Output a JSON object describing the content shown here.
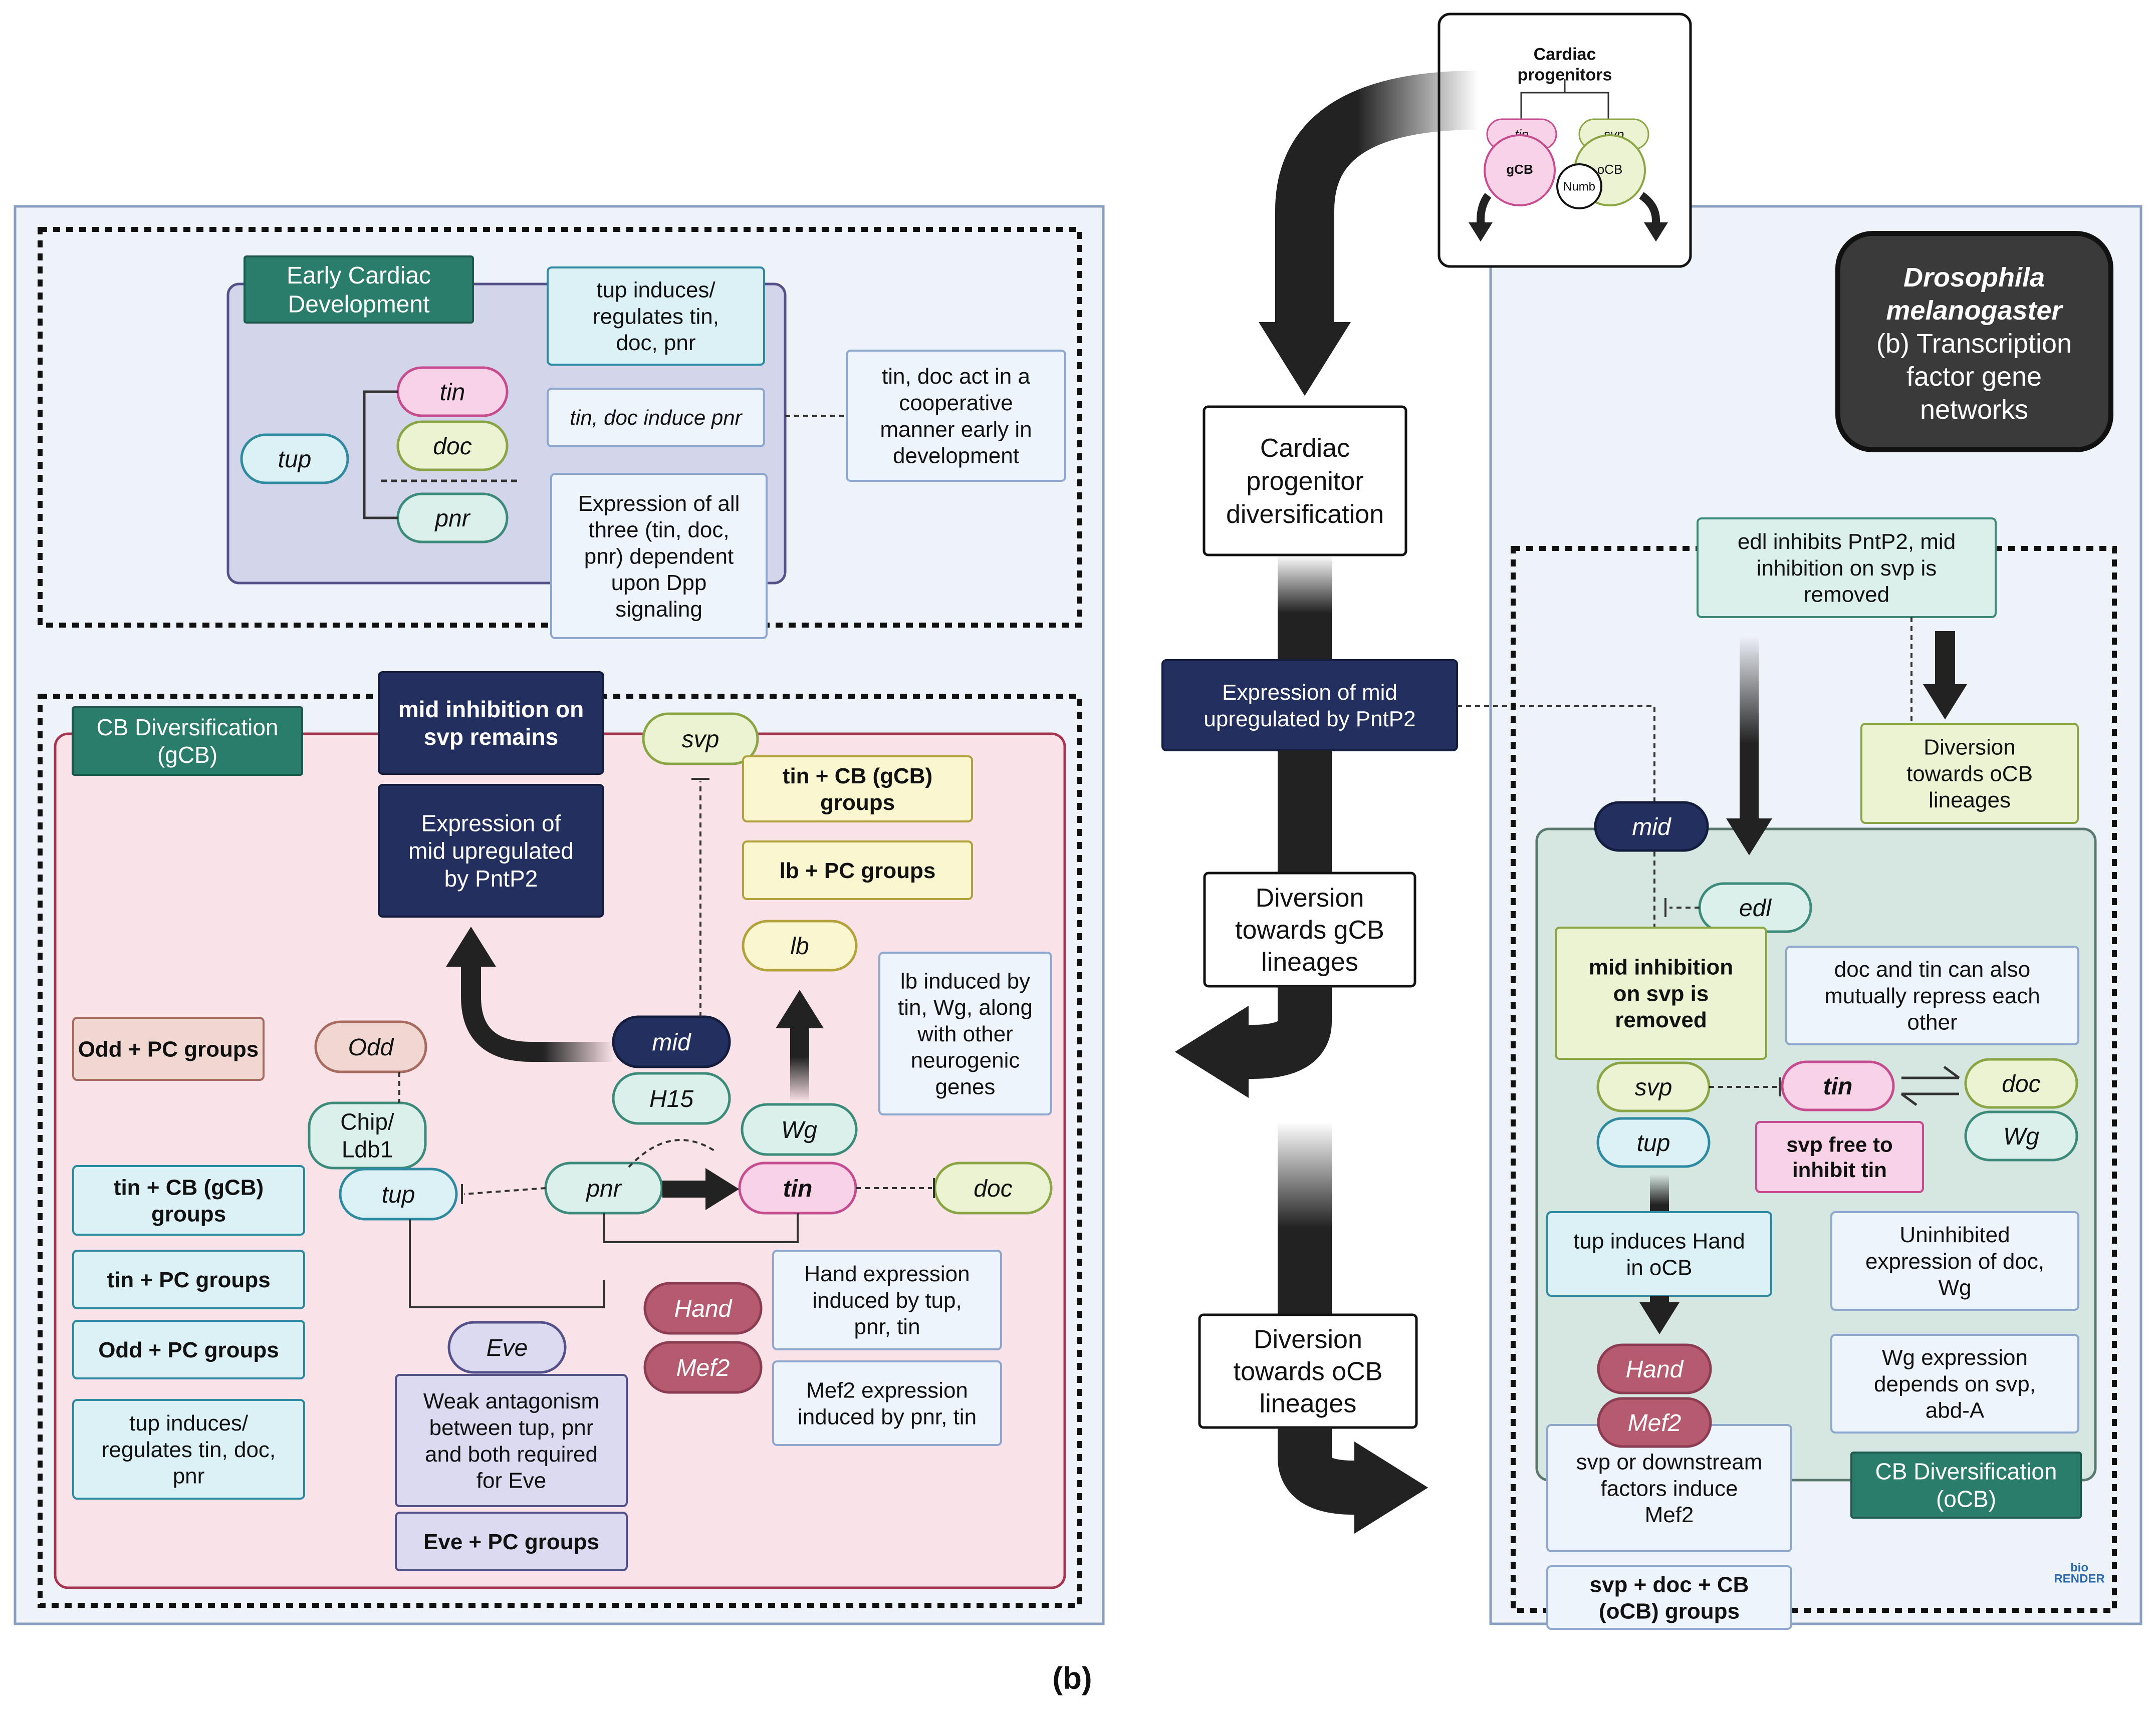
{
  "colors": {
    "panel_bg": "#eef2f9",
    "panel_stroke": "#8a9fbf",
    "early_box": "#d3d6ea",
    "gcb_box": "#fae3e8",
    "ocb_box": "#d6e6e0",
    "teal": "#2b7d6b",
    "navy": "#23305f",
    "cyan_fill": "#dcf1f5",
    "cyan_stroke": "#2d8aa0",
    "pink_fill": "#f8d3e8",
    "pink_stroke": "#c64b8f",
    "green_fill": "#ecf3d3",
    "green_stroke": "#8aa544",
    "mint_fill": "#dbf0ea",
    "mint_stroke": "#3c8b7a",
    "yellow_fill": "#faf6cf",
    "yellow_stroke": "#b3a13b",
    "rose_fill": "#f0d7d2",
    "rose_stroke": "#a86b60",
    "maroon": "#b65a6f",
    "lavender_fill": "#dcdaf1",
    "lavender_stroke": "#545089",
    "lightblue_fill": "#eef4fc",
    "lightblue_stroke": "#8ea7cf",
    "dark": "#222222"
  },
  "early": {
    "header": [
      "Early Cardiac",
      "Development"
    ],
    "box_tup": [
      "tup induces/",
      "regulates tin,",
      "doc, pnr"
    ],
    "box_tindoc": [
      "tin, doc induce pnr"
    ],
    "box_expr": [
      "Expression of all",
      "three (tin, doc,",
      "pnr) dependent",
      "upon Dpp",
      "signaling"
    ],
    "box_coop": [
      "tin, doc act in a",
      "cooperative",
      "manner early in",
      "development"
    ]
  },
  "genes": {
    "tin": "tin",
    "doc": "doc",
    "pnr": "pnr",
    "tup": "tup",
    "svp": "svp",
    "mid": "mid",
    "h15": "H15",
    "wg": "Wg",
    "lb": "lb",
    "odd": "Odd",
    "chip": [
      "Chip/",
      "Ldb1"
    ],
    "hand": "Hand",
    "mef2": "Mef2",
    "eve": "Eve",
    "edl": "edl"
  },
  "gcb": {
    "header": [
      "CB Diversification",
      "(gCB)"
    ],
    "mid_remains": [
      "mid inhibition on",
      "svp remains"
    ],
    "mid_expr": [
      "Expression of",
      "mid upregulated",
      "by PntP2"
    ],
    "tin_cb": [
      "tin + CB (gCB)",
      "groups"
    ],
    "lb_pc": [
      "lb + PC groups"
    ],
    "lb_induced": [
      "lb induced by",
      "tin, Wg, along",
      "with other",
      "neurogenic",
      "genes"
    ],
    "odd_pc_top": [
      "Odd + PC groups"
    ],
    "tin_cb_left": [
      "tin + CB (gCB)",
      "groups"
    ],
    "tin_pc": [
      "tin + PC groups"
    ],
    "odd_pc": [
      "Odd + PC groups"
    ],
    "tup_left": [
      "tup induces/",
      "regulates tin, doc,",
      "pnr"
    ],
    "hand_expr": [
      "Hand expression",
      "induced by tup,",
      "pnr, tin"
    ],
    "mef2_expr": [
      "Mef2 expression",
      "induced by pnr, tin"
    ],
    "weak": [
      "Weak antagonism",
      "between tup, pnr",
      "and both required",
      "for Eve"
    ],
    "eve_pc": [
      "Eve + PC groups"
    ]
  },
  "center": {
    "card_title": [
      "Cardiac",
      "progenitors"
    ],
    "cell_tin": "tin",
    "cell_svp": "svp",
    "cell_gcb": "gCB",
    "cell_ocb": "oCB",
    "numb": "Numb",
    "diversification": [
      "Cardiac",
      "progenitor",
      "diversification"
    ],
    "mid_pntp2": [
      "Expression of mid",
      "upregulated by PntP2"
    ],
    "div_gcb": [
      "Diversion",
      "towards gCB",
      "lineages"
    ],
    "div_ocb": [
      "Diversion",
      "towards oCB",
      "lineages"
    ]
  },
  "ocb": {
    "title": [
      "Drosophila",
      "melanogaster",
      "(b) Transcription",
      "factor gene",
      "networks"
    ],
    "edl_inhibits": [
      "edl inhibits PntP2, mid",
      "inhibition on svp is",
      "removed"
    ],
    "div_ocb": [
      "Diversion",
      "towards oCB",
      "lineages"
    ],
    "mid_removed": [
      "mid inhibition",
      "on svp is",
      "removed"
    ],
    "doc_tin": [
      "doc and tin can also",
      "mutually repress each",
      "other"
    ],
    "svp_free": [
      "svp free to",
      "inhibit tin"
    ],
    "tup_hand": [
      "tup induces Hand",
      "in oCB"
    ],
    "uninhibited": [
      "Uninhibited",
      "expression of doc,",
      "Wg"
    ],
    "wg_expr": [
      "Wg expression",
      "depends on svp,",
      "abd-A"
    ],
    "svp_mef2": [
      "svp or downstream",
      "factors induce",
      "Mef2"
    ],
    "header": [
      "CB Diversification",
      "(oCB)"
    ],
    "svp_groups": [
      "svp + doc + CB",
      "(oCB) groups"
    ],
    "biorender": [
      "bio",
      "RENDER"
    ]
  },
  "caption": "(b)"
}
